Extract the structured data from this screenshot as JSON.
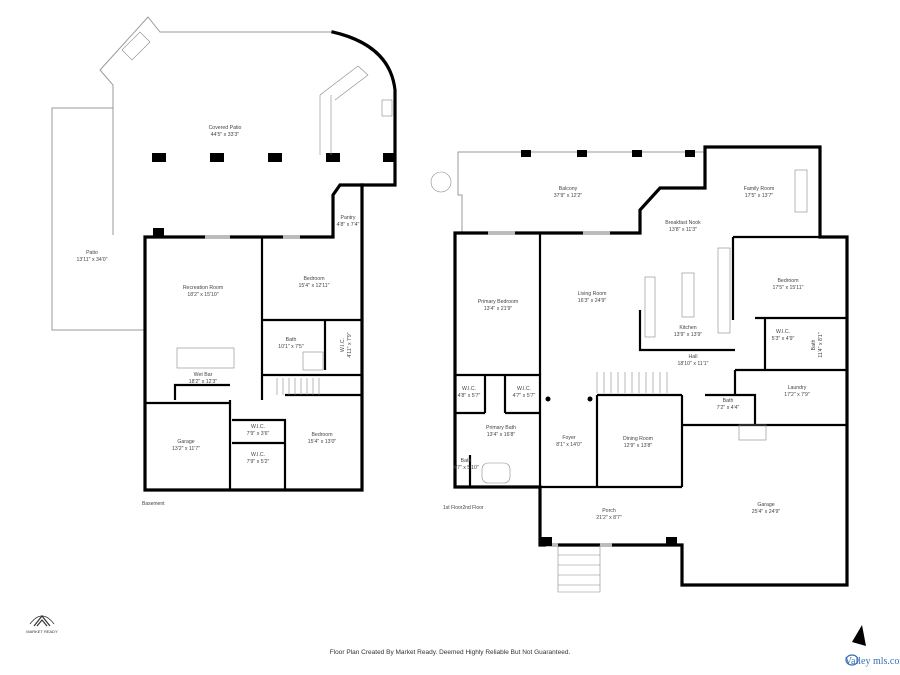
{
  "basement": {
    "floor_label": "Basement",
    "rooms": [
      {
        "name": "Covered Patio",
        "size": "44'5\" x 33'3\""
      },
      {
        "name": "Patio",
        "size": "13'11\" x 34'0\""
      },
      {
        "name": "Pantry",
        "size": "4'8\" x 7'4\""
      },
      {
        "name": "Recreation Room",
        "size": "18'2\" x 15'10\""
      },
      {
        "name": "Bedroom",
        "size": "15'4\" x 12'11\""
      },
      {
        "name": "Bath",
        "size": "10'1\" x 7'5\""
      },
      {
        "name": "W.I.C.",
        "size": "4'11\" x 7'9\""
      },
      {
        "name": "Wet Bar",
        "size": "18'2\" x 12'3\""
      },
      {
        "name": "Garage",
        "size": "13'2\" x 11'7\""
      },
      {
        "name": "W.I.C.",
        "size": "7'9\" x 3'6\""
      },
      {
        "name": "W.I.C.",
        "size": "7'9\" x 5'2\""
      },
      {
        "name": "Bedroom",
        "size": "15'4\" x 13'0\""
      }
    ]
  },
  "first_floor": {
    "floor_label": "1st Floor2nd Floor",
    "rooms": [
      {
        "name": "Balcony",
        "size": "37'9\" x 12'2\""
      },
      {
        "name": "Family Room",
        "size": "17'5\" x 13'7\""
      },
      {
        "name": "Breakfast Nook",
        "size": "13'8\" x 11'3\""
      },
      {
        "name": "Primary Bedroom",
        "size": "13'4\" x 21'9\""
      },
      {
        "name": "Living Room",
        "size": "16'3\" x 24'9\""
      },
      {
        "name": "Kitchen",
        "size": "13'9\" x 13'9\""
      },
      {
        "name": "Bedroom",
        "size": "17'5\" x 15'11\""
      },
      {
        "name": "W.I.C.",
        "size": "5'3\" x 4'9\""
      },
      {
        "name": "Bath",
        "size": "11'4\" x 8'1\""
      },
      {
        "name": "Hall",
        "size": "18'10\" x 11'1\""
      },
      {
        "name": "W.I.C.",
        "size": "4'8\" x 5'7\""
      },
      {
        "name": "W.I.C.",
        "size": "4'7\" x 5'7\""
      },
      {
        "name": "Primary Bath",
        "size": "13'4\" x 16'8\""
      },
      {
        "name": "Bath",
        "size": "4'7\" x 5'10\""
      },
      {
        "name": "Foyer",
        "size": "8'1\" x 14'0\""
      },
      {
        "name": "Dining Room",
        "size": "12'9\" x 13'8\""
      },
      {
        "name": "Laundry",
        "size": "17'2\" x 7'9\""
      },
      {
        "name": "Bath",
        "size": "7'2\" x 4'4\""
      },
      {
        "name": "Garage",
        "size": "25'4\" x 24'9\""
      },
      {
        "name": "Porch",
        "size": "21'2\" x 8'7\""
      }
    ]
  },
  "footer": {
    "disclaimer": "Floor Plan Created By Market Ready. Deemed Highly Reliable But Not Guaranteed.",
    "logo_left": "MARKET READY",
    "logo_right": "Valley mls.com"
  }
}
